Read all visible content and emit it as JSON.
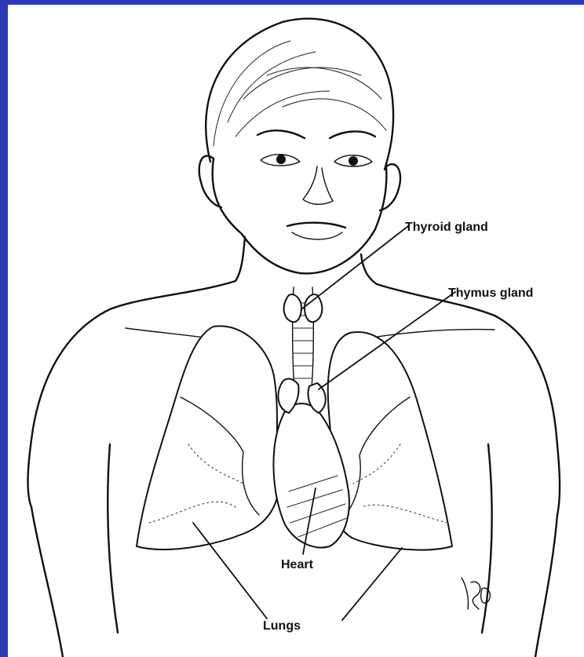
{
  "labels": {
    "thyroid": "Thyroid gland",
    "thymus": "Thymus gland",
    "heart": "Heart",
    "lungs": "Lungs"
  },
  "colors": {
    "frame": "#2a3bb5",
    "background": "#ffffff",
    "ink": "#111111"
  }
}
